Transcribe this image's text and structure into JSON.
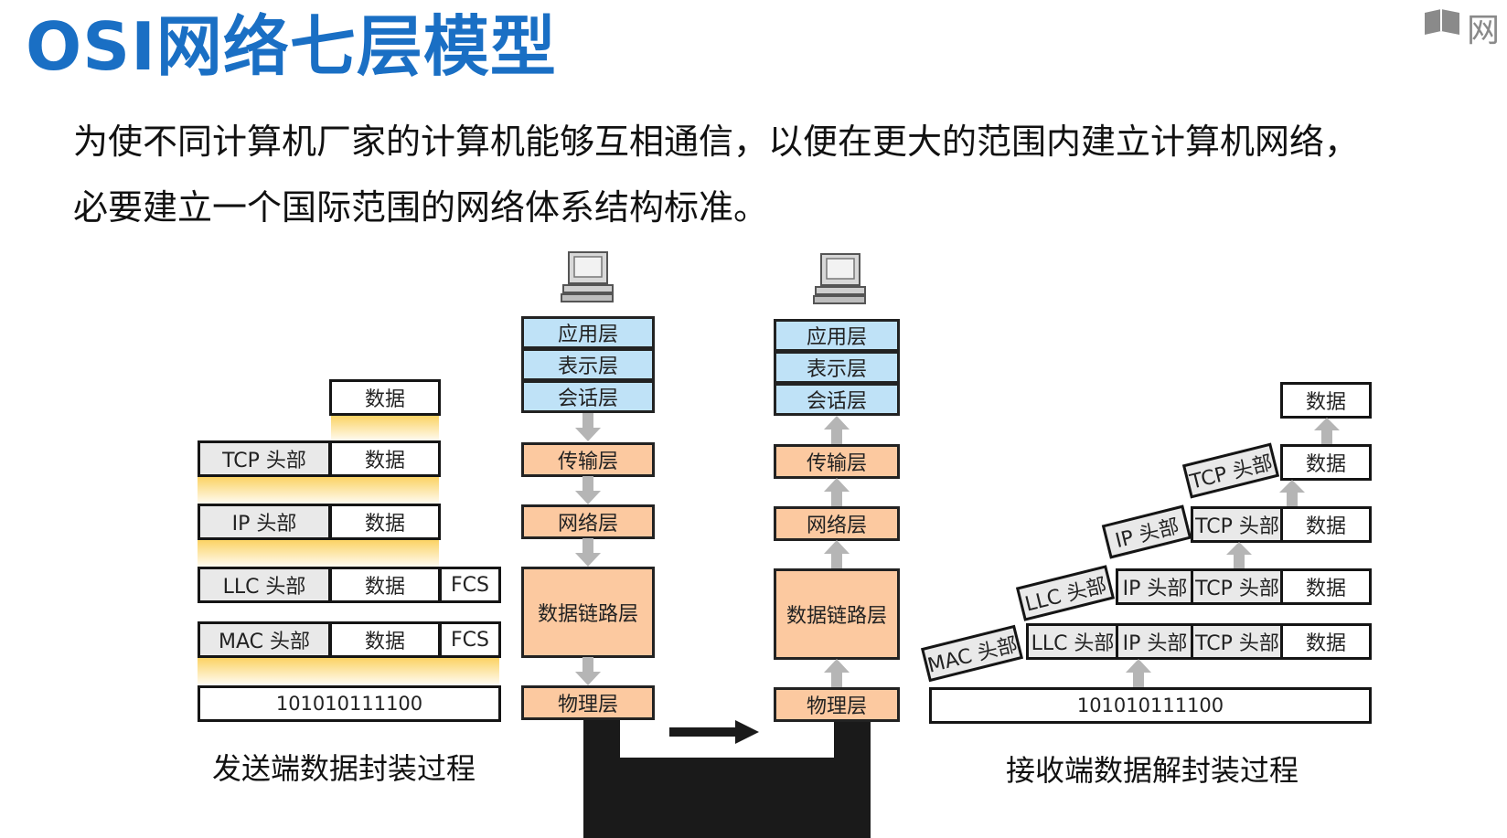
{
  "title": "OSI网络七层模型",
  "description": {
    "line1": "为使不同计算机厂家的计算机能够互相通信，以便在更大的范围内建立计算机网络，",
    "line2": "必要建立一个国际范围的网络体系结构标准。"
  },
  "logo_text": "网",
  "sender": {
    "caption": "发送端数据封装过程",
    "data": "数据",
    "tcp_header": "TCP 头部",
    "ip_header": "IP 头部",
    "llc_header": "LLC 头部",
    "mac_header": "MAC 头部",
    "fcs": "FCS",
    "bits": "101010111100"
  },
  "receiver": {
    "caption": "接收端数据解封装过程",
    "data": "数据",
    "tcp_header": "TCP 头部",
    "ip_header": "IP 头部",
    "llc_header": "LLC 头部",
    "mac_header": "MAC 头部",
    "bits": "101010111100"
  },
  "layers": {
    "application": "应用层",
    "presentation": "表示层",
    "session": "会话层",
    "transport": "传输层",
    "network": "网络层",
    "datalink": "数据链路层",
    "physical": "物理层"
  },
  "colors": {
    "title": "#1a6fc4",
    "upper_layers": "#bfe2f7",
    "lower_layers": "#fcc9a0",
    "header_fill": "#e9e9e9",
    "encapsulation_gradient": "#fbd05a",
    "cable": "#1a1a1a"
  }
}
